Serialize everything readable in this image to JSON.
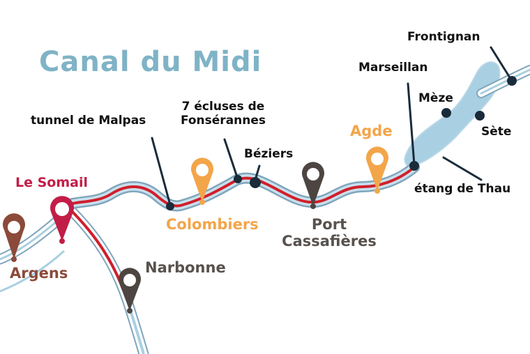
{
  "title": "Canal du Midi",
  "colors": {
    "title": "#7fb3c6",
    "water": "#a9cfe2",
    "water_edge": "#7fa6bc",
    "canal": "#d11f2b",
    "pin_red": "#c21d47",
    "pin_brown": "#8b4a3a",
    "pin_dark": "#4d4541",
    "pin_orange": "#f3a54a",
    "dot": "#1a2b3a"
  },
  "stops": {
    "le_somail": {
      "name": "Le Somail",
      "pin": "pin-red"
    },
    "argens": {
      "name": "Argens",
      "pin": "pin-brown"
    },
    "narbonne": {
      "name": "Narbonne",
      "pin": "pin-dark"
    },
    "colombiers": {
      "name": "Colombiers",
      "pin": "pin-orange"
    },
    "port_cassafieres": {
      "line1": "Port",
      "line2": "Cassafières",
      "pin": "pin-dark"
    },
    "agde": {
      "name": "Agde",
      "pin": "pin-orange"
    }
  },
  "places": {
    "tunnel_malpas": "tunnel de Malpas",
    "ecluses_line1": "7 écluses de",
    "ecluses_line2": "Fonsérannes",
    "beziers": "Béziers",
    "marseillan": "Marseillan",
    "frontignan": "Frontignan",
    "meze": "Mèze",
    "sete": "Sète",
    "etang_thau": "étang de Thau"
  }
}
